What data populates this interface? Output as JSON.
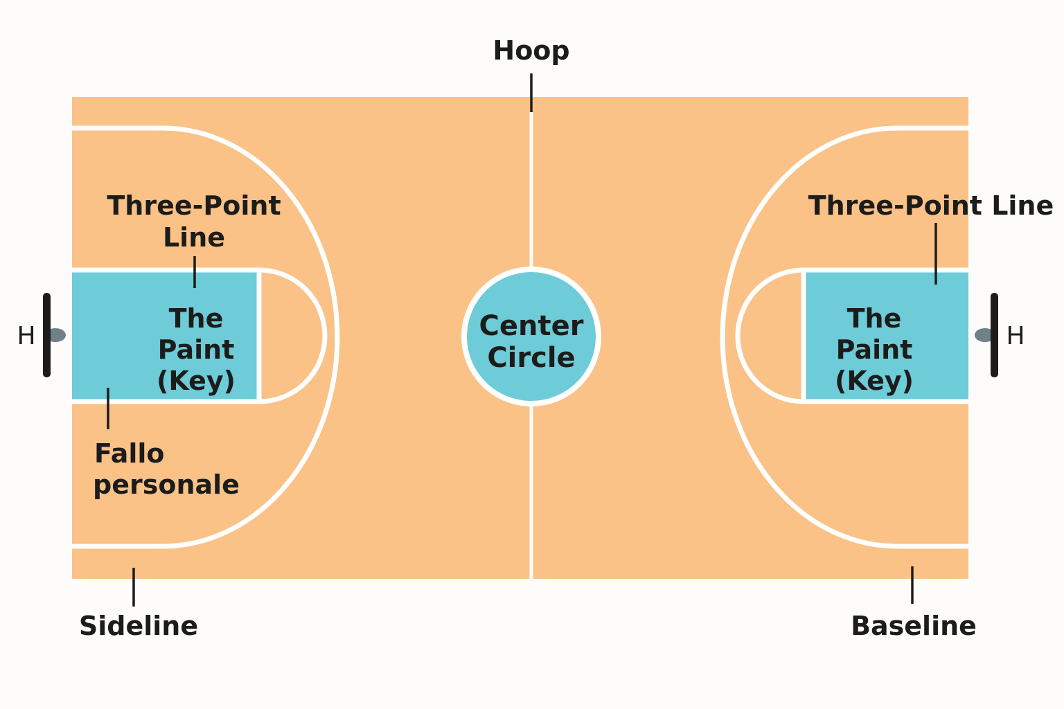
{
  "colors": {
    "background": "#fdfcfa",
    "court_wood": "#fac287",
    "paint": "#6ecbd8",
    "lines": "#ffffff",
    "leader_lines": "#1c1c1a",
    "backboard": "#1c1c1a",
    "rim": "#6f8188",
    "text": "#1c1c1a"
  },
  "labels": {
    "hoop": "Hoop",
    "three_point_left_line1": "Three-Point",
    "three_point_left_line2": "Line",
    "three_point_right": "Three-Point Line",
    "paint_left_line1": "The",
    "paint_left_line2": "Paint",
    "paint_left_line3": "(Key)",
    "paint_right_line1": "The",
    "paint_right_line2": "Paint",
    "paint_right_line3": "(Key)",
    "center_circle_line1": "Center",
    "center_circle_line2": "Circle",
    "foul_line1": "Fallo",
    "foul_line2": "personale",
    "sideline": "Sideline",
    "baseline": "Baseline",
    "left_hoop_mark": "H",
    "right_hoop_mark": "H"
  },
  "icons": {
    "left_backboard": "backboard-icon",
    "right_backboard": "backboard-icon"
  }
}
